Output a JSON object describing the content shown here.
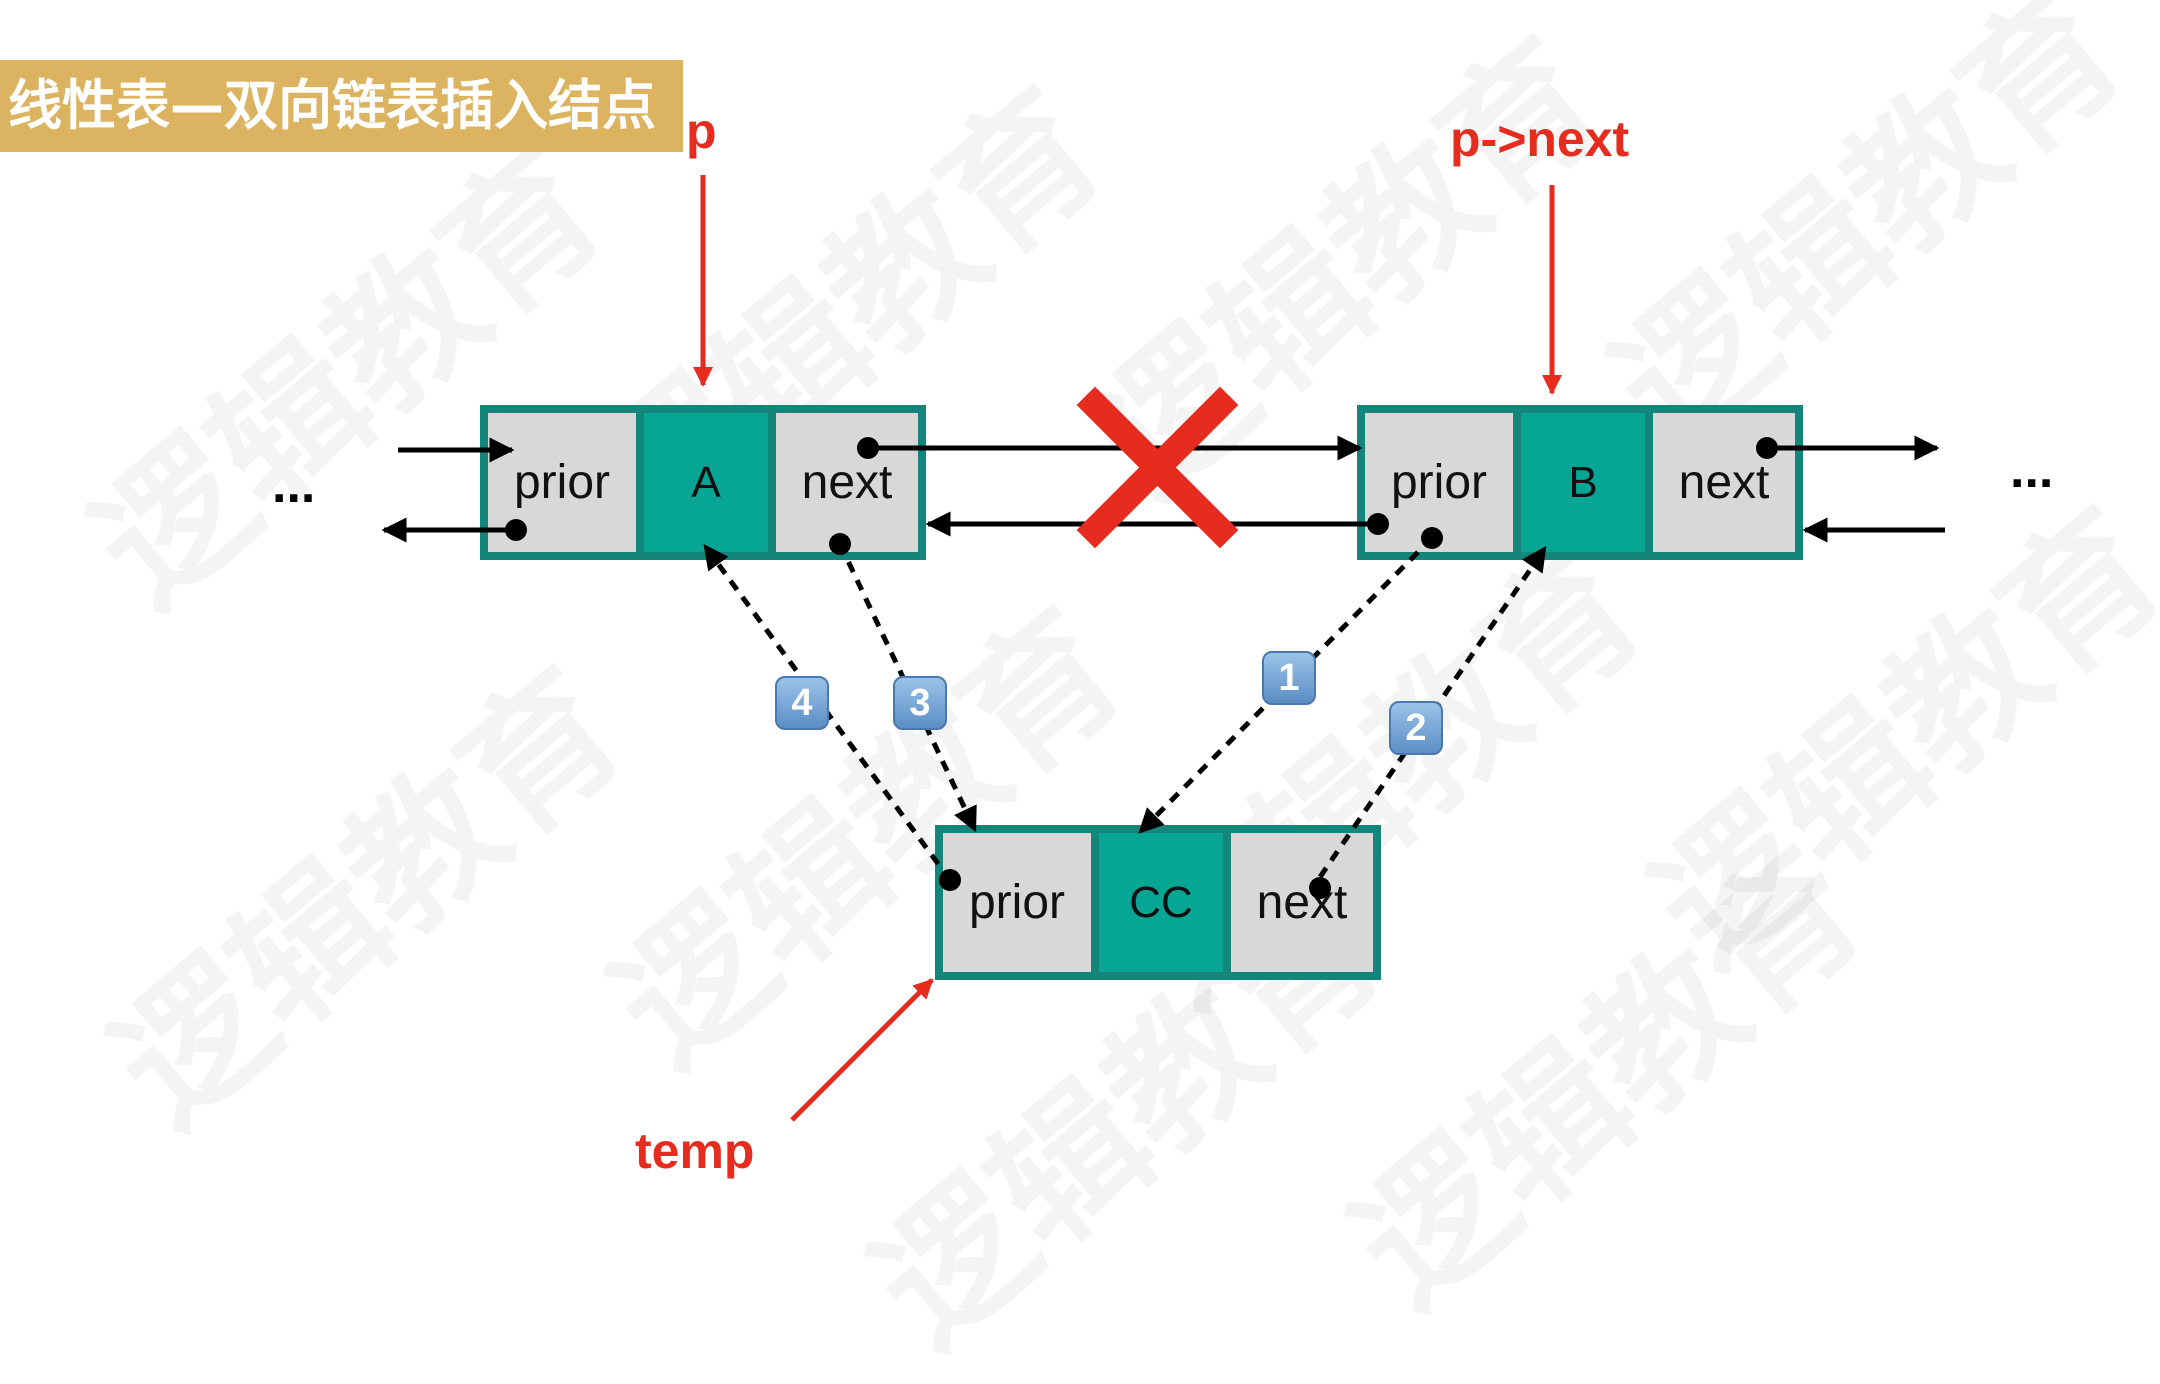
{
  "watermark": {
    "text": "逻辑教育"
  },
  "title": "线性表—双向链表插入结点",
  "pointers": {
    "p": "p",
    "p_next": "p->next",
    "temp": "temp"
  },
  "ellipsis": {
    "left": "...",
    "right": "..."
  },
  "nodes": {
    "a": {
      "prior": "prior",
      "value": "A",
      "next": "next"
    },
    "b": {
      "prior": "prior",
      "value": "B",
      "next": "next"
    },
    "c": {
      "prior": "prior",
      "value": "CC",
      "next": "next"
    }
  },
  "steps": [
    "1",
    "2",
    "3",
    "4"
  ],
  "colors": {
    "node_frame": "#14857a",
    "pointer_cell": "#d8d8d8",
    "value_cell": "#06a594",
    "highlight": "#e62c1f",
    "title_bg": "#dcb461",
    "step_badge": "#5b8ec6"
  }
}
